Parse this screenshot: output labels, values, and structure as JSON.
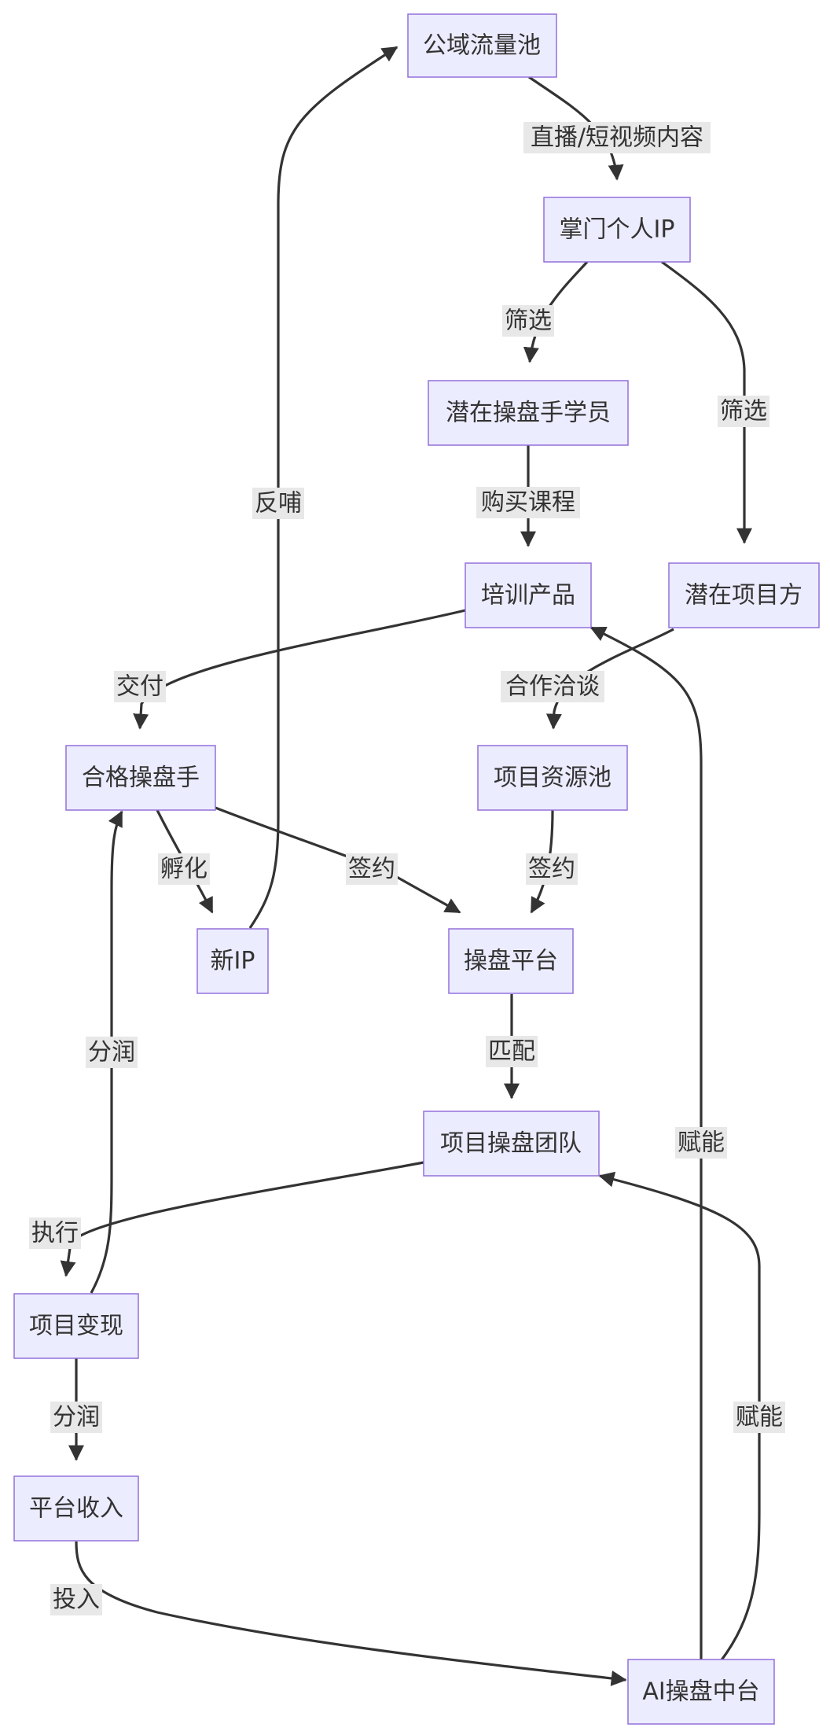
{
  "diagram": {
    "type": "flowchart",
    "nodes": {
      "gongyu": "公域流量池",
      "zhangmen": "掌门个人IP",
      "qianzai_xueyuan": "潜在操盘手学员",
      "peixun": "培训产品",
      "qianzai_xiangmufang": "潜在项目方",
      "hege": "合格操盘手",
      "ziyuanchi": "项目资源池",
      "xinip": "新IP",
      "pingtai": "操盘平台",
      "tuandui": "项目操盘团队",
      "bianxian": "项目变现",
      "shouru": "平台收入",
      "ai": "AI操盘中台"
    },
    "edges": {
      "e1": "直播/短视频内容",
      "e2": "筛选",
      "e3": "筛选",
      "e4": "购买课程",
      "e5": "合作洽谈",
      "e6": "交付",
      "e7": "孵化",
      "e8": "签约",
      "e9": "签约",
      "e10": "反哺",
      "e11": "匹配",
      "e12": "执行",
      "e13": "分润",
      "e14": "分润",
      "e15": "投入",
      "e16": "赋能",
      "e17": "赋能"
    }
  }
}
